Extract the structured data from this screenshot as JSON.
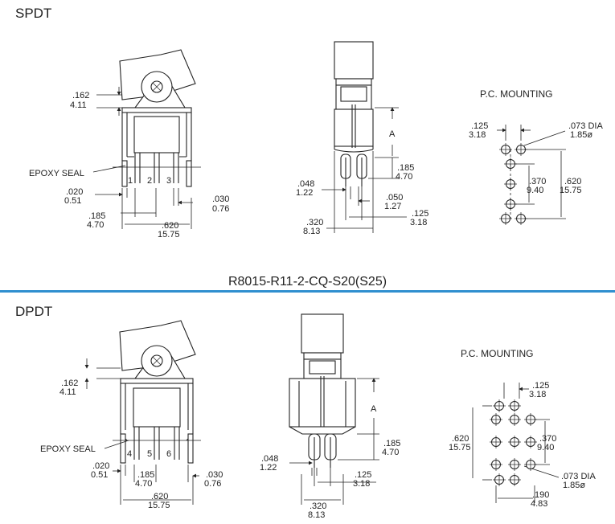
{
  "spdt": {
    "title": "SPDT",
    "pc_mounting_title": "P.C. MOUNTING",
    "epoxy_label": "EPOXY SEAL",
    "pins": [
      "1",
      "2",
      "3"
    ],
    "dims": {
      "d162": ".162",
      "d162mm": "4.11",
      "d020": ".020",
      "d020mm": "0.51",
      "d030": ".030",
      "d030mm": "0.76",
      "d185": ".185",
      "d185mm": "4.70",
      "d620": ".620",
      "d620mm": "15.75",
      "d048": ".048",
      "d048mm": "1.22",
      "d050": ".050",
      "d050mm": "1.27",
      "d125": ".125",
      "d125mm": "3.18",
      "d320": ".320",
      "d320mm": "8.13",
      "side185": ".185",
      "side185mm": "4.70",
      "A": "A",
      "pc125": ".125",
      "pc125mm": "3.18",
      "pc073": ".073 DIA",
      "pc073mm": "1.85ø",
      "pc370": ".370",
      "pc370mm": "9.40",
      "pc620": ".620",
      "pc620mm": "15.75"
    }
  },
  "model_number": "R8015-R11-2-CQ-S20(S25)",
  "dpdt": {
    "title": "DPDT",
    "pc_mounting_title": "P.C. MOUNTING",
    "epoxy_label": "EPOXY SEAL",
    "pins": [
      "4",
      "5",
      "6"
    ],
    "dims": {
      "d162": ".162",
      "d162mm": "4.11",
      "d020": ".020",
      "d020mm": "0.51",
      "d185": ".185",
      "d185mm": "4.70",
      "d030": ".030",
      "d030mm": "0.76",
      "d620": ".620",
      "d620mm": "15.75",
      "d048": ".048",
      "d048mm": "1.22",
      "A": "A",
      "side185": ".185",
      "side185mm": "4.70",
      "d125": ".125",
      "d125mm": "3.18",
      "d320": ".320",
      "d320mm": "8.13",
      "pc125": ".125",
      "pc125mm": "3.18",
      "pc620": ".620",
      "pc620mm": "15.75",
      "pc370": ".370",
      "pc370mm": "9.40",
      "pc073": ".073 DIA",
      "pc073mm": "1.85ø",
      "pc190": ".190",
      "pc190mm": "4.83"
    }
  },
  "colors": {
    "rule": "#2f8fcf",
    "ink": "#222222"
  }
}
